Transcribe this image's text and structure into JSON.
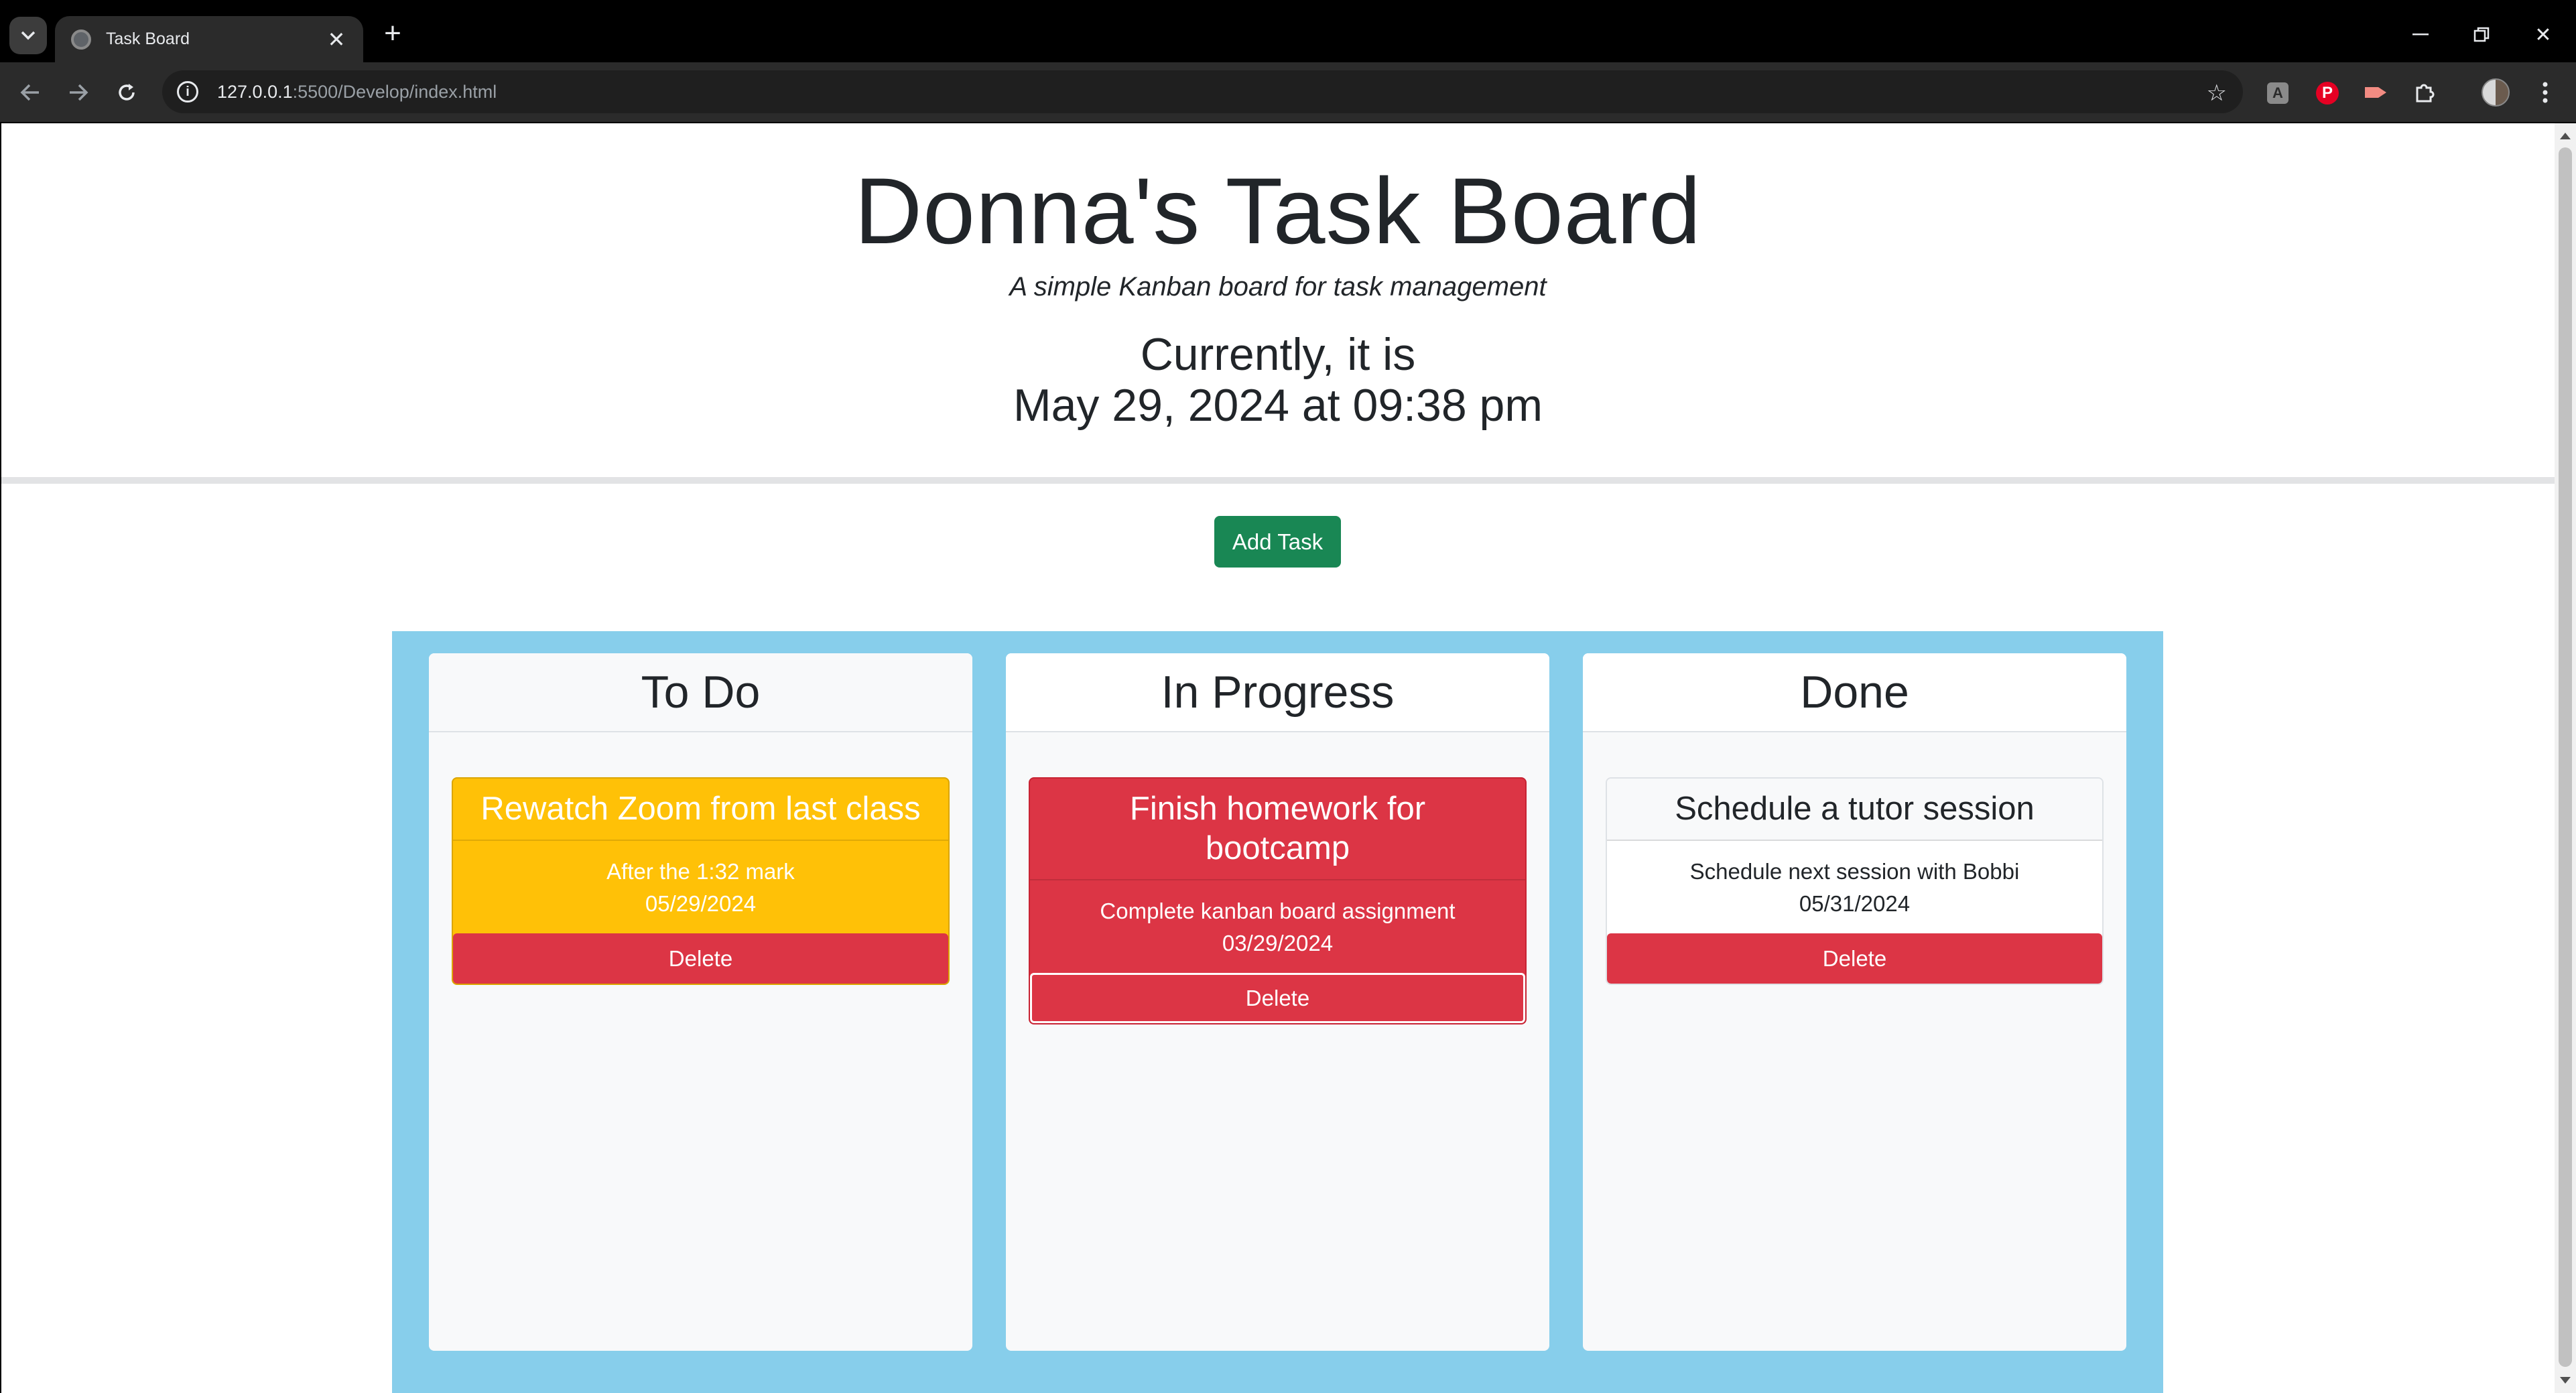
{
  "browser": {
    "tab_title": "Task Board",
    "url_host": "127.0.0.1",
    "url_rest": ":5500/Develop/index.html"
  },
  "page": {
    "title": "Donna's Task Board",
    "subtitle": "A simple Kanban board for task management",
    "current_label": "Currently, it is",
    "current_date": "May 29, 2024 at 09:38 pm",
    "add_task_label": "Add Task"
  },
  "lanes": [
    {
      "title": "To Do",
      "cards": [
        {
          "title": "Rewatch Zoom from last class",
          "description": "After the 1:32 mark",
          "due_date": "05/29/2024",
          "delete_label": "Delete",
          "status_color": "#ffc107"
        }
      ]
    },
    {
      "title": "In Progress",
      "cards": [
        {
          "title": "Finish homework for bootcamp",
          "description": "Complete kanban board assignment",
          "due_date": "03/29/2024",
          "delete_label": "Delete",
          "status_color": "#dc3545"
        }
      ]
    },
    {
      "title": "Done",
      "cards": [
        {
          "title": "Schedule a tutor session",
          "description": "Schedule next session with Bobbi",
          "due_date": "05/31/2024",
          "delete_label": "Delete",
          "status_color": "#ffffff"
        }
      ]
    }
  ],
  "colors": {
    "board_background": "#87ceeb",
    "add_task_button": "#198754",
    "delete_button": "#dc3545"
  },
  "icons": {
    "tab_search": "chevron-down-icon",
    "close_tab": "close-icon",
    "new_tab": "plus-icon",
    "back": "arrow-left-icon",
    "forward": "arrow-right-icon",
    "reload": "reload-icon",
    "site_info": "info-icon",
    "bookmark": "star-icon",
    "extensions": "puzzle-icon",
    "menu": "kebab-menu-icon"
  }
}
